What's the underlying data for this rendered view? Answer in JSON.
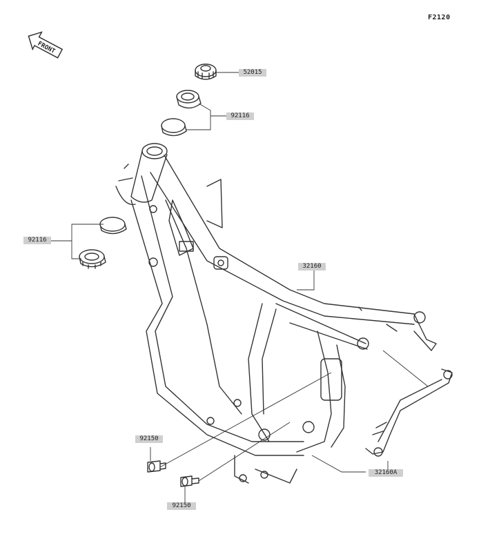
{
  "diagram_code": "F2120",
  "front_indicator": "FRONT",
  "parts": [
    {
      "id": "p52015",
      "number": "52015"
    },
    {
      "id": "p92116a",
      "number": "92116"
    },
    {
      "id": "p92116b",
      "number": "92116"
    },
    {
      "id": "p32160",
      "number": "32160"
    },
    {
      "id": "p92150a",
      "number": "92150"
    },
    {
      "id": "p92150b",
      "number": "92150"
    },
    {
      "id": "p32160A",
      "number": "32160A"
    }
  ],
  "colors": {
    "line": "#333333",
    "tag_bg": "#cfcfcf"
  }
}
